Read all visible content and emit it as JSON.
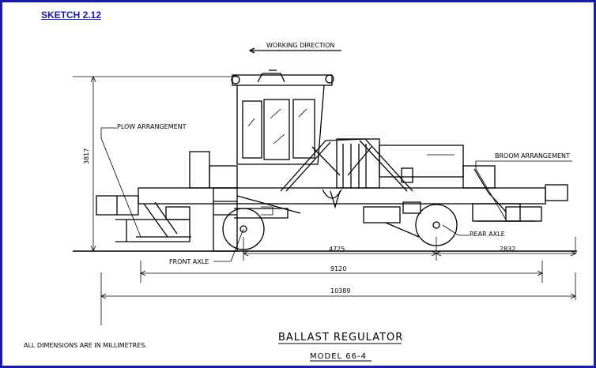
{
  "header": {
    "sketch_link": "SKETCH 2.12"
  },
  "drawing": {
    "working_direction": "WORKING DIRECTION",
    "plow_label": "PLOW ARRANGEMENT",
    "broom_label": "BROOM ARRANGEMENT",
    "front_axle_label": "FRONT AXLE",
    "rear_axle_label": "REAR AXLE",
    "height_dim": "3817",
    "dim_axle_spacing": "4725",
    "dim_rear_overhang": "2832",
    "dim_coupler_length": "9120",
    "dim_overall_length": "10389",
    "units_note": "ALL DIMENSIONS ARE IN MILLIMETRES.",
    "title": "BALLAST REGULATOR",
    "model": "MODEL 66-4",
    "line_color": "#000000",
    "frame_color": "#1a1aa6"
  }
}
